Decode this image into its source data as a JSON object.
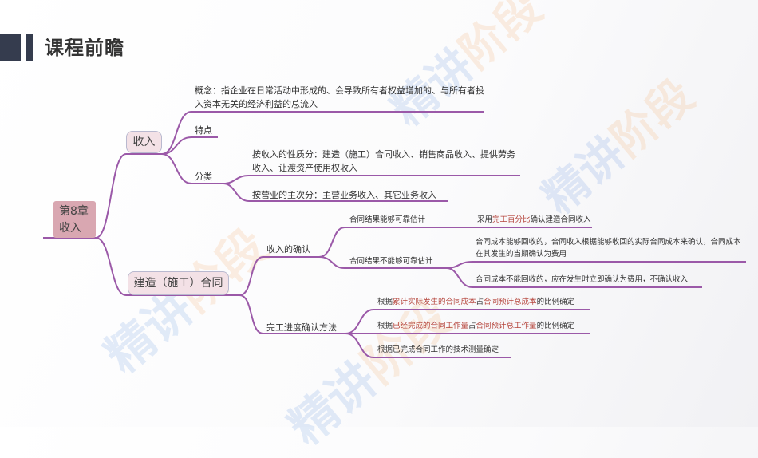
{
  "header": {
    "title": "课程前瞻"
  },
  "watermark": {
    "part1": "精讲",
    "part2": "阶段"
  },
  "mindmap": {
    "root": {
      "line1": "第8章",
      "line2": "收入"
    },
    "revenue": {
      "label": "收入",
      "concept": "概念：指企业在日常活动中形成的、会导致所有者权益增加的、与所有者投入资本无关的经济利益的总流入",
      "features": "特点",
      "classification": {
        "label": "分类",
        "by_nature": "按收入的性质分：建造（施工）合同收入、销售商品收入、提供劳务收入、让渡资产使用权收入",
        "by_business": "按营业的主次分：主营业务收入、其它业务收入"
      }
    },
    "construction_contract": {
      "label": "建造（施工）合同",
      "recognition": {
        "label": "收入的确认",
        "reliable": {
          "label": "合同结果能够可靠估计",
          "method": {
            "pre": "采用",
            "hl": "完工百分比",
            "post": "确认建造合同收入"
          }
        },
        "unreliable": {
          "label": "合同结果不能够可靠估计",
          "recoverable": "合同成本能够回收的，合同收入根据能够收回的实际合同成本来确认，合同成本在其发生的当期确认为费用",
          "unrecoverable": "合同成本不能回收的，应在发生时立即确认为费用，不确认收入"
        }
      },
      "progress": {
        "label": "完工进度确认方法",
        "method1": {
          "a": "根据",
          "b": "累计实际发生的合同成本",
          "c": "占",
          "d": "合同预计总成本",
          "e": "的比例确定"
        },
        "method2": {
          "a": "根据",
          "b": "已经完成的合同工作量",
          "c": "占",
          "d": "合同预计总工作量",
          "e": "的比例确定"
        },
        "method3": "根据已完成合同工作的技术测量确定"
      }
    }
  },
  "colors": {
    "branch": "#9b59a8",
    "accent": "#353c4e",
    "highlight": "#b5443b",
    "root_fill": "#d9a7b1",
    "topic_fill": "#f3e1e6"
  }
}
